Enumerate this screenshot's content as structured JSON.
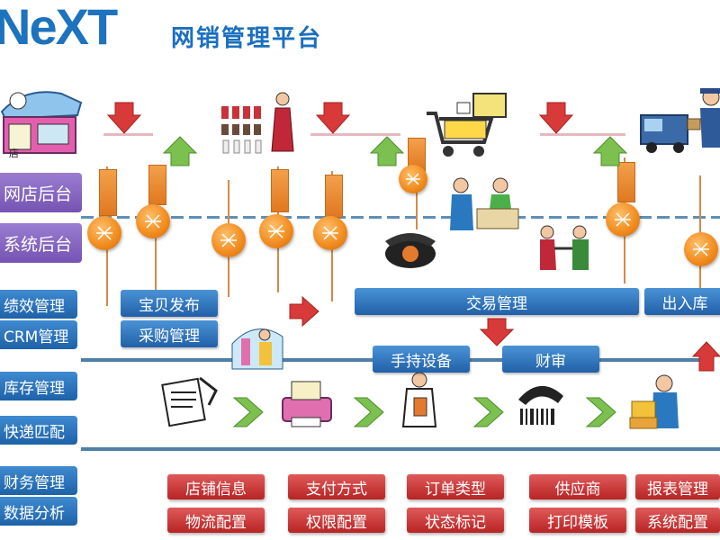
{
  "header": {
    "logo": "NeXT",
    "title": "网销管理平台"
  },
  "store_sign": "店",
  "left_menu": {
    "store_backend": "网店后台",
    "system_backend": "系统后台",
    "performance": "绩效管理",
    "crm": "CRM管理",
    "inventory": "库存管理",
    "express": "快递匹配",
    "finance": "财务管理",
    "analytics": "数据分析"
  },
  "modules": {
    "product_publish": "宝贝发布",
    "purchase": "采购管理",
    "trade": "交易管理",
    "warehouse": "出入库",
    "handheld": "手持设备",
    "audit": "财审"
  },
  "config_buttons": [
    [
      "店铺信息",
      "支付方式",
      "订单类型",
      "供应商",
      "报表管理"
    ],
    [
      "物流配置",
      "权限配置",
      "状态标记",
      "打印模板",
      "系统配置"
    ]
  ],
  "colors": {
    "logo": "#1d73be",
    "purple": "#7653b3",
    "module_blue": "#2160a8",
    "config_red": "#b82424",
    "node_orange": "#f08a1c",
    "arrow_green": "#6fb24a",
    "arrow_red": "#d83a3a"
  }
}
